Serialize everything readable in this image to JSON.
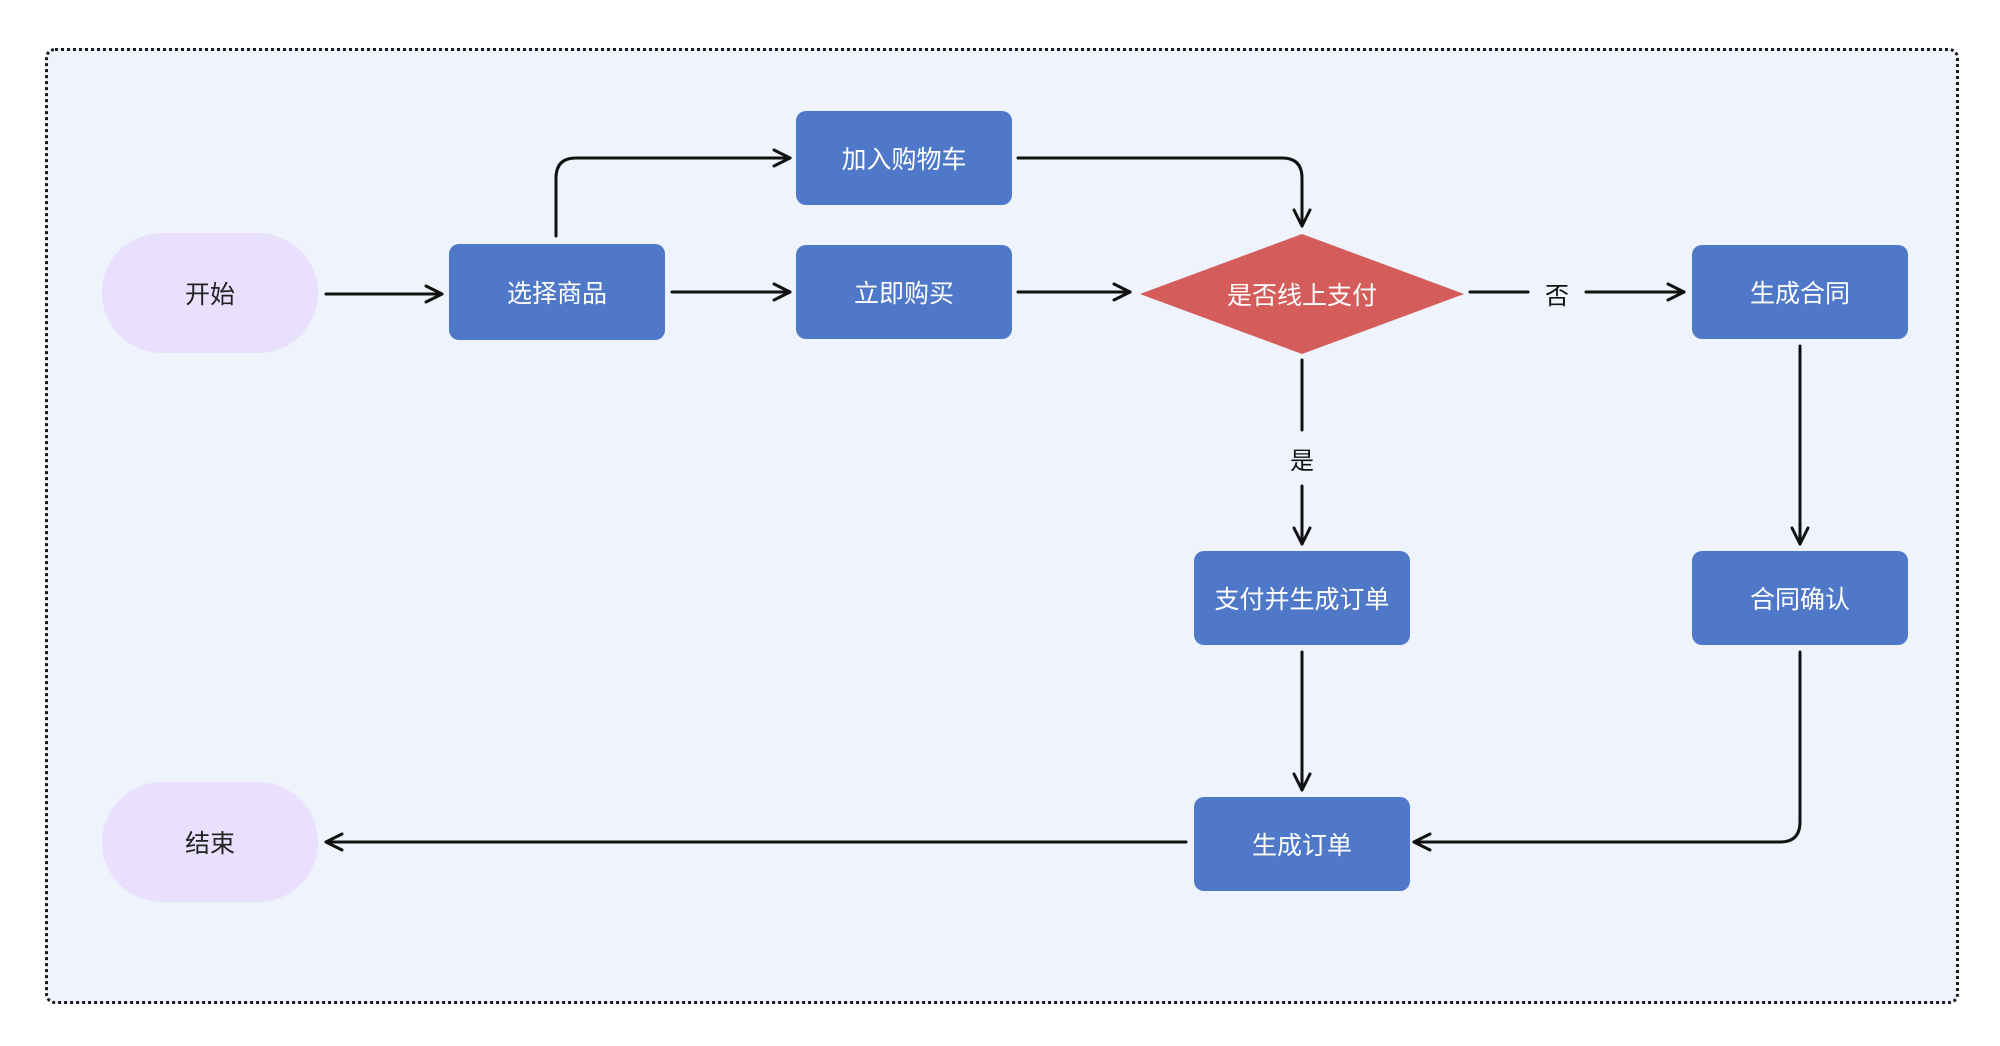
{
  "nodes": {
    "start": "开始",
    "select": "选择商品",
    "cart": "加入购物车",
    "buy_now": "立即购买",
    "decision": "是否线上支付",
    "contract": "生成合同",
    "pay_order": "支付并生成订单",
    "contract_confirm": "合同确认",
    "order": "生成订单",
    "end": "结束"
  },
  "edge_labels": {
    "no": "否",
    "yes": "是"
  },
  "colors": {
    "terminal": "#e8e0fc",
    "process": "#4f78c8",
    "decision": "#d45c5a",
    "background": "#eef3fc",
    "line": "#111111"
  }
}
